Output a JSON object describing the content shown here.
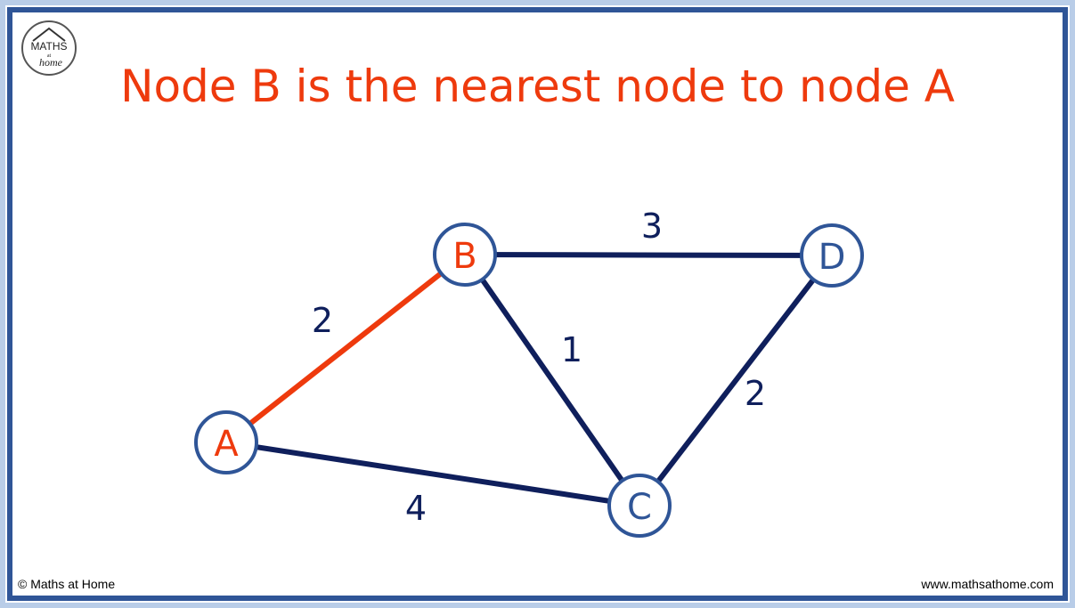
{
  "title": "Node B is the nearest node to node A",
  "footer": {
    "copyright": "© Maths at Home",
    "website": "www.mathsathome.com"
  },
  "logo": {
    "line1": "MATHS",
    "line2": "at",
    "line3": "home"
  },
  "colors": {
    "highlight": "#ee3a0d",
    "edge": "#0f1f5c",
    "node_border": "#2f5597",
    "node_text": "#2f5597",
    "frame_outer": "#b9cde8",
    "frame_inner": "#2f5597"
  },
  "graph": {
    "nodes": [
      {
        "id": "A",
        "label": "A",
        "highlighted": true
      },
      {
        "id": "B",
        "label": "B",
        "highlighted": true
      },
      {
        "id": "C",
        "label": "C",
        "highlighted": false
      },
      {
        "id": "D",
        "label": "D",
        "highlighted": false
      }
    ],
    "edges": [
      {
        "from": "A",
        "to": "B",
        "weight": "2",
        "highlighted": true
      },
      {
        "from": "B",
        "to": "D",
        "weight": "3",
        "highlighted": false
      },
      {
        "from": "B",
        "to": "C",
        "weight": "1",
        "highlighted": false
      },
      {
        "from": "D",
        "to": "C",
        "weight": "2",
        "highlighted": false
      },
      {
        "from": "A",
        "to": "C",
        "weight": "4",
        "highlighted": false
      }
    ]
  }
}
